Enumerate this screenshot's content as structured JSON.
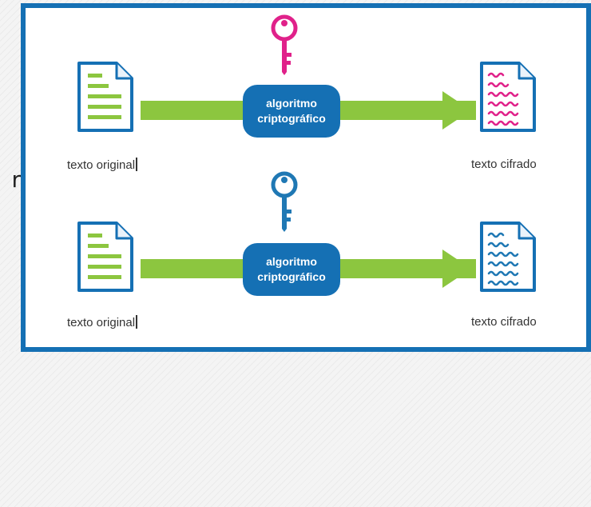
{
  "edge_fragment": "r",
  "colors": {
    "frame": "#1570b4",
    "arrow": "#8cc63f",
    "box": "#1570b4",
    "key_pink": "#e0218a",
    "key_blue": "#1f78b4"
  },
  "rows": [
    {
      "key_icon": "key-icon",
      "key_color": "#e0218a",
      "source_icon": "document-icon",
      "source_label": "texto original",
      "algo_line1": "algoritmo",
      "algo_line2": "criptográfico",
      "target_icon": "encrypted-document-icon",
      "target_label": "texto cifrado",
      "cipher_color": "#e0218a"
    },
    {
      "key_icon": "key-icon",
      "key_color": "#1f78b4",
      "source_icon": "document-icon",
      "source_label": "texto original",
      "algo_line1": "algoritmo",
      "algo_line2": "criptográfico",
      "target_icon": "encrypted-document-icon",
      "target_label": "texto cifrado",
      "cipher_color": "#1f78b4"
    }
  ]
}
